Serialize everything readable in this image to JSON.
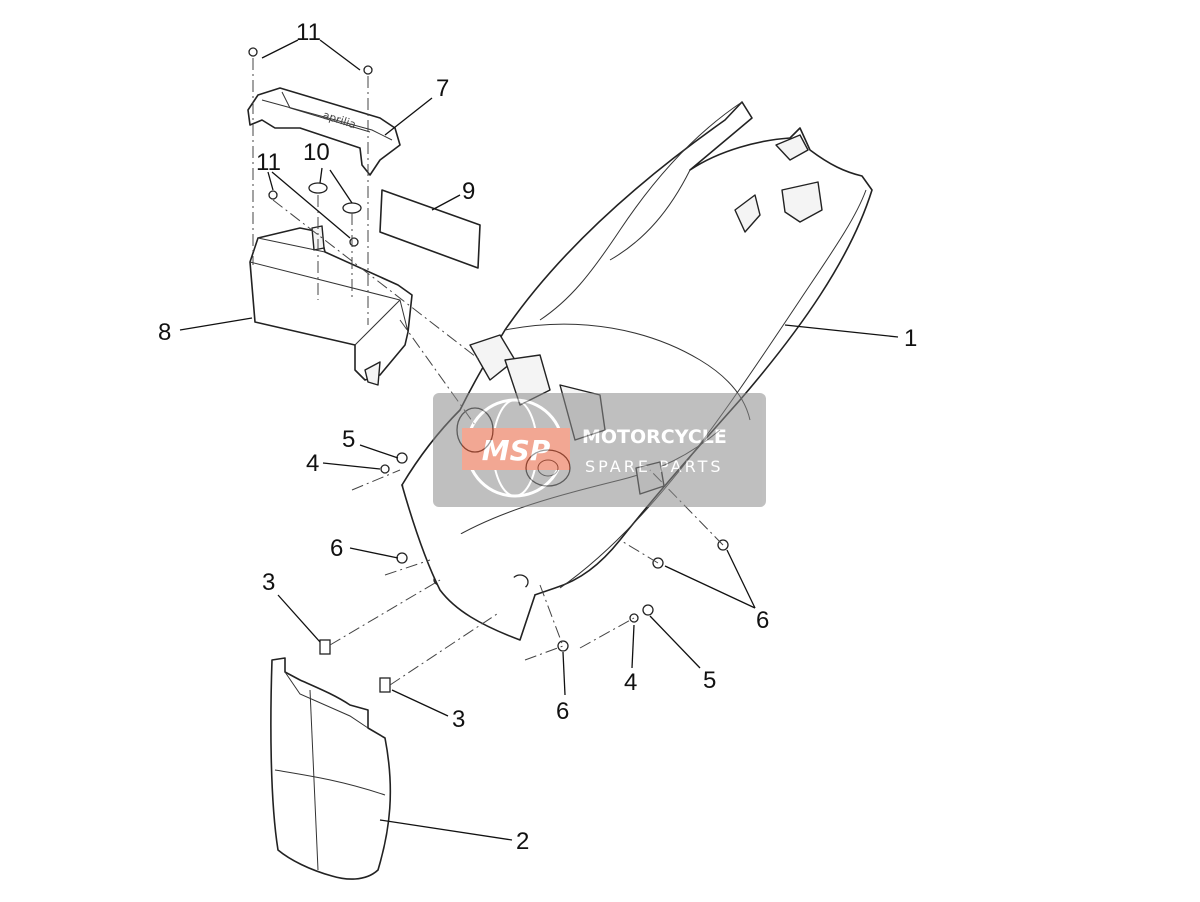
{
  "callouts": [
    {
      "id": "c1",
      "label": "1"
    },
    {
      "id": "c2",
      "label": "2"
    },
    {
      "id": "c3a",
      "label": "3"
    },
    {
      "id": "c3b",
      "label": "3"
    },
    {
      "id": "c4a",
      "label": "4"
    },
    {
      "id": "c4b",
      "label": "4"
    },
    {
      "id": "c5a",
      "label": "5"
    },
    {
      "id": "c5b",
      "label": "5"
    },
    {
      "id": "c6a",
      "label": "6"
    },
    {
      "id": "c6b",
      "label": "6"
    },
    {
      "id": "c6c",
      "label": "6"
    },
    {
      "id": "c7",
      "label": "7"
    },
    {
      "id": "c8",
      "label": "8"
    },
    {
      "id": "c9",
      "label": "9"
    },
    {
      "id": "c10",
      "label": "10"
    },
    {
      "id": "c11a",
      "label": "11"
    },
    {
      "id": "c11b",
      "label": "11"
    }
  ],
  "watermark": {
    "logo": "MSP",
    "line1": "MOTORCYCLE",
    "line2": "SPARE PARTS",
    "accent": "#e8603c",
    "panel": "#8c8c8c"
  },
  "part_branding": "aprilia",
  "colors": {
    "line": "#222222",
    "background": "#ffffff"
  }
}
